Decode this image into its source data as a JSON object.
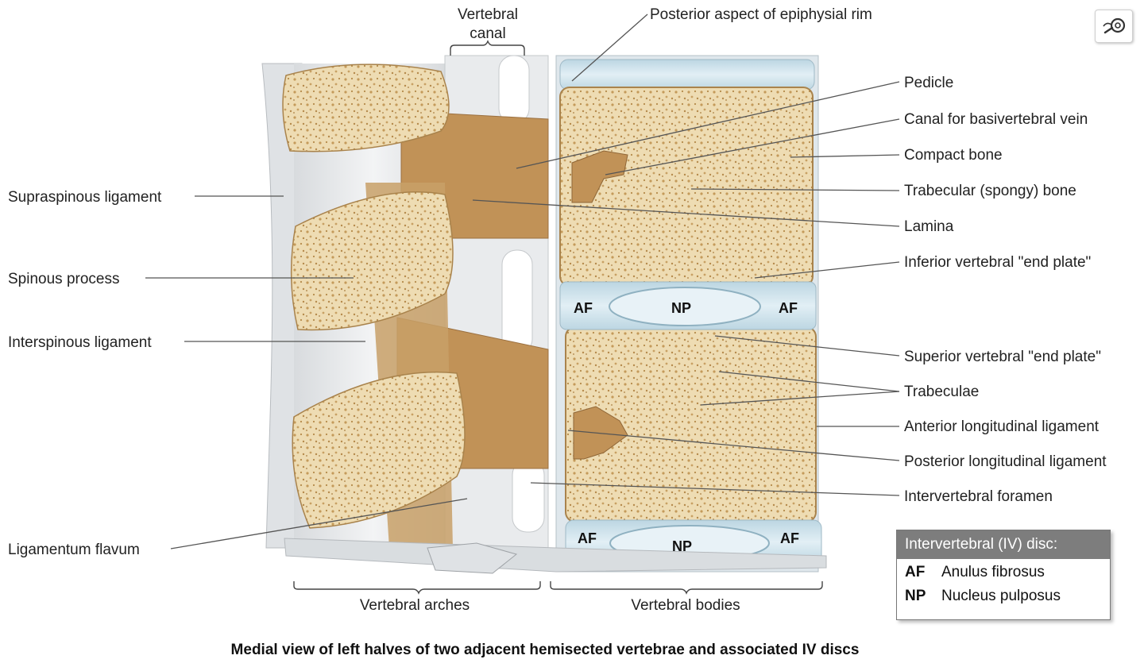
{
  "labels": {
    "vertebral_canal_line1": "Vertebral",
    "vertebral_canal_line2": "canal",
    "posterior_aspect_epiphysial_rim": "Posterior aspect of epiphysial rim",
    "pedicle": "Pedicle",
    "canal_basivertebral_vein": "Canal for basivertebral vein",
    "compact_bone": "Compact bone",
    "trabecular_bone": "Trabecular (spongy) bone",
    "lamina": "Lamina",
    "inferior_end_plate": "Inferior vertebral \"end plate\"",
    "superior_end_plate": "Superior vertebral \"end plate\"",
    "trabeculae": "Trabeculae",
    "anterior_longitudinal_ligament": "Anterior longitudinal ligament",
    "posterior_longitudinal_ligament": "Posterior longitudinal ligament",
    "intervertebral_foramen": "Intervertebral foramen",
    "supraspinous_ligament": "Supraspinous ligament",
    "spinous_process": "Spinous process",
    "interspinous_ligament": "Interspinous ligament",
    "ligamentum_flavum": "Ligamentum flavum",
    "vertebral_arches": "Vertebral arches",
    "vertebral_bodies": "Vertebral bodies"
  },
  "disc": {
    "af": "AF",
    "np": "NP"
  },
  "legend": {
    "title": "Intervertebral (IV) disc:",
    "items": [
      {
        "abbr": "AF",
        "text": "Anulus fibrosus"
      },
      {
        "abbr": "NP",
        "text": "Nucleus pulposus"
      }
    ]
  },
  "caption": "Medial view of left halves of two adjacent hemisected vertebrae and associated IV discs",
  "colors": {
    "bone": "#ecd9ae",
    "bone_dark": "#b98a4e",
    "disc": "#cfe3ec",
    "ligament": "#e6e8ea"
  },
  "icons": {
    "zoom": "zoom-icon"
  }
}
